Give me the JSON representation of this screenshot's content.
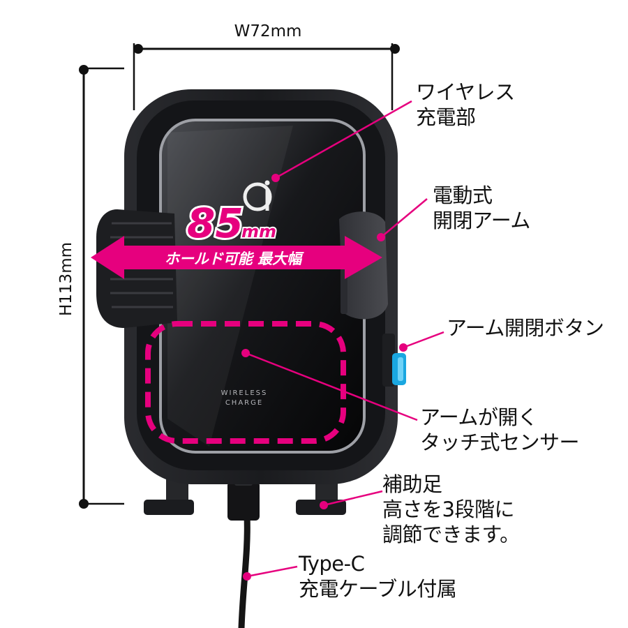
{
  "dimensions": {
    "width_label": "W72mm",
    "height_label": "H113mm"
  },
  "hold_range": {
    "value": "85",
    "unit": "mm",
    "caption": "ホールド可能 最大幅"
  },
  "callouts": {
    "wireless": {
      "lines": [
        "ワイヤレス",
        "充電部"
      ]
    },
    "arm": {
      "lines": [
        "電動式",
        "開閉アーム"
      ]
    },
    "button": {
      "lines": [
        "アーム開閉ボタン"
      ]
    },
    "sensor": {
      "lines": [
        "アームが開く",
        "タッチ式センサー"
      ]
    },
    "foot": {
      "lines": [
        "補助足",
        "高さを3段階に",
        "調節できます。"
      ]
    },
    "cable": {
      "lines": [
        "Type-C",
        "充電ケーブル付属"
      ]
    }
  },
  "device_print": {
    "qi_logo": "qi",
    "wireless_text": [
      "WIRELESS",
      "CHARGE"
    ]
  },
  "colors": {
    "accent": "#e6007e",
    "button_blue": "#1aa7e0",
    "body": "#1e1f22"
  }
}
